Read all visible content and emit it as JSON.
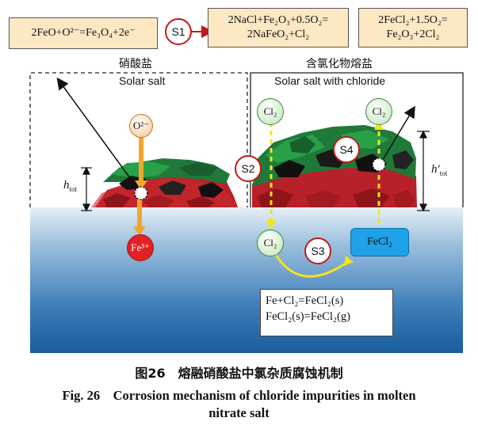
{
  "equations": {
    "eq1": "2FeO+O²⁻=Fe₃O₄+2e⁻",
    "s1_reaction_line1": "2NaCl+Fe₂O₃+0.5O₂=",
    "s1_reaction_line2": "2NaFeO₂+Cl₂",
    "s4_reaction_line1": "2FeCl₂+1.5O₂=",
    "s4_reaction_line2": "Fe₂O₃+2Cl₂",
    "cl_line1": "Fe+Cl₂=FeCl₂(s)",
    "cl_line2": "FeCl₂(s)=FeCl₂(g)"
  },
  "steps": {
    "s1": "S1",
    "s2": "S2",
    "s3": "S3",
    "s4": "S4"
  },
  "panels": {
    "left_zh": "硝酸盐",
    "left_en": "Solar salt",
    "right_zh": "含氯化物熔盐",
    "right_en": "Solar salt with chloride"
  },
  "species": {
    "o2": "O²⁻",
    "fe3": "Fe³⁺",
    "cl2_top_left": "Cl₂",
    "cl2_top_right": "Cl₂",
    "cl2_bottom": "Cl₂",
    "fecl2": "FeCl₂"
  },
  "labels": {
    "htot": "h",
    "htot_sub": "tot",
    "htot2": "h′",
    "htot2_sub": "tot"
  },
  "caption": {
    "zh": "图26　熔融硝酸盐中氯杂质腐蚀机制",
    "en_line1": "Fig. 26　Corrosion mechanism of chloride impurities in molten",
    "en_line2": "nitrate salt"
  },
  "colors": {
    "salt_top": "#d9e8f4",
    "salt_bottom": "#1a5d9c",
    "equation_box": "#fde8c4",
    "arrow_yellow": "#f4e41b",
    "arrow_orange": "#f2a72c",
    "step_circle_border": "#c4191c",
    "fe_ion": "#e32124",
    "fecl2_box": "#1ea1e6"
  }
}
